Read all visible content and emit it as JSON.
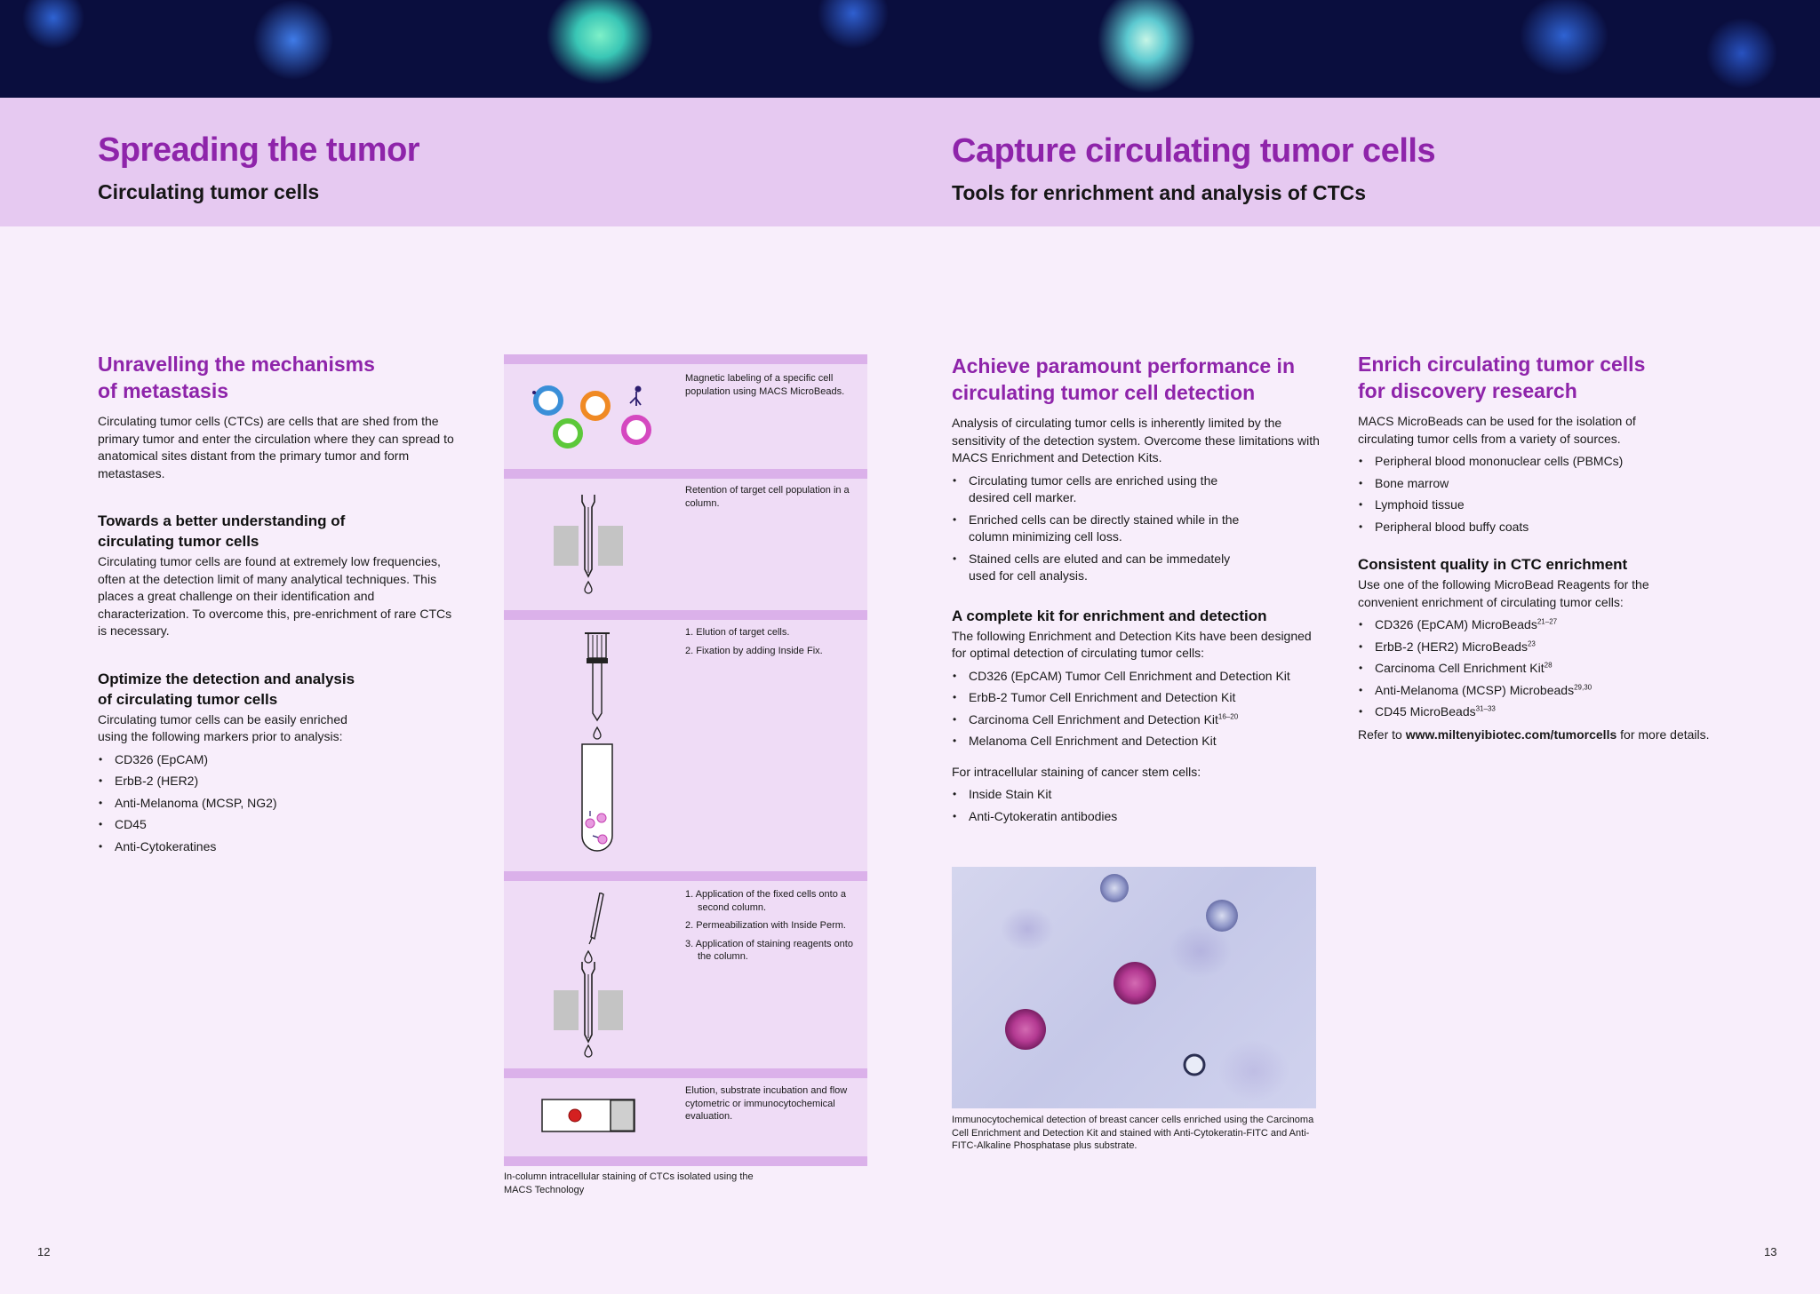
{
  "header": {
    "left_title": "Spreading the tumor",
    "left_subtitle": "Circulating tumor cells",
    "right_title": "Capture circulating tumor cells",
    "right_subtitle": "Tools for enrichment and analysis of CTCs"
  },
  "col1": {
    "title": "Unravelling the mechanisms of metastasis",
    "intro": "Circulating tumor cells (CTCs) are cells that are shed from the primary tumor and enter the circulation where they can spread to anatomical sites distant from the primary tumor and form metastases.",
    "s2_title": "Towards a better understanding of circulating tumor cells",
    "s2_text": "Circulating tumor cells are found at extremely low frequencies, often at the detection limit of many analytical techniques. This places a great challenge on their identification and characterization. To overcome this, pre-enrichment of rare CTCs is necessary.",
    "s3_title": "Optimize the detection and analysis of circulating tumor cells",
    "s3_text": "Circulating tumor cells can be easily enriched using the following markers prior to analysis:",
    "markers": [
      "CD326 (EpCAM)",
      "ErbB-2 (HER2)",
      "Anti-Melanoma (MCSP, NG2)",
      "CD45",
      "Anti-Cytokeratines"
    ]
  },
  "protocol": {
    "step1": "Magnetic labeling of a specific cell population using MACS MicroBeads.",
    "step2": "Retention of target cell population in a column.",
    "step3": [
      "1.  Elution of target cells.",
      "2.  Fixation by adding Inside Fix."
    ],
    "step4": [
      "1. Application of the fixed cells onto a second column.",
      "2.  Permeabilization with Inside Perm.",
      "3.  Application of staining reagents onto the column."
    ],
    "step5": "Elution, substrate incubation and flow cytometric or immunocytochemical evaluation.",
    "caption": "In-column intracellular staining of CTCs isolated using the MACS Technology",
    "colors": {
      "stripe": "#dbb1ea",
      "panel": "#efdcf6",
      "bead_blue": "#3a8fd8",
      "bead_orange": "#f08a24",
      "bead_green": "#5cc83a",
      "bead_pink": "#d548c0",
      "dot_red": "#d42020"
    }
  },
  "col3": {
    "title": "Achieve paramount performance in circulating tumor cell detection",
    "intro": "Analysis of circulating tumor cells is inherently limited by the sensitivity of the detection system. Overcome these limitations with MACS Enrichment and Detection Kits.",
    "bullets": [
      "Circulating tumor cells are enriched using the desired cell marker.",
      "Enriched cells can be directly stained while in the column minimizing cell loss.",
      "Stained cells are eluted and can be immedately used for cell analysis."
    ],
    "kit_title": "A complete kit for enrichment and detection",
    "kit_text": "The following Enrichment and Detection Kits have been designed for optimal detection of circulating tumor cells:",
    "kits": [
      "CD326 (EpCAM) Tumor Cell Enrichment and Detection Kit",
      "ErbB-2 Tumor Cell Enrichment and Detection Kit",
      "Carcinoma Cell Enrichment and Detection Kit",
      "Melanoma Cell Enrichment and Detection Kit"
    ],
    "kit_ref": "16–20",
    "stem_text": "For intracellular staining of cancer stem cells:",
    "stem": [
      "Inside Stain Kit",
      "Anti-Cytokeratin antibodies"
    ],
    "image_caption": "Immunocytochemical detection of breast cancer cells enriched using the Carcinoma Cell Enrichment and Detection Kit and stained with Anti-Cytokeratin-FITC and Anti-FITC-Alkaline Phosphatase plus substrate."
  },
  "col4": {
    "title": "Enrich circulating tumor cells for discovery research",
    "intro": "MACS MicroBeads can be used for the isolation of circulating tumor cells from a variety of sources.",
    "sources": [
      "Peripheral blood mononuclear cells (PBMCs)",
      "Bone marrow",
      "Lymphoid tissue",
      "Peripheral blood buffy coats"
    ],
    "cq_title": "Consistent quality in CTC enrichment",
    "cq_text": "Use one of the following MicroBead Reagents for the convenient enrichment of circulating tumor cells:",
    "reagents": [
      {
        "name": "CD326 (EpCAM) MicroBeads",
        "ref": "21–27"
      },
      {
        "name": "ErbB-2 (HER2) MicroBeads",
        "ref": "23"
      },
      {
        "name": "Carcinoma Cell Enrichment Kit",
        "ref": "28"
      },
      {
        "name": "Anti-Melanoma (MCSP) Microbeads",
        "ref": "29,30"
      },
      {
        "name": "CD45 MicroBeads",
        "ref": "31–33"
      }
    ],
    "refer_pre": "Refer to ",
    "refer_url": "www.miltenyibiotec.com/tumorcells",
    "refer_post": " for more details."
  },
  "page_left": "12",
  "page_right": "13",
  "colors": {
    "accent": "#8e24aa",
    "header_band": "#e6c9f1",
    "page_bg": "#f8eefb"
  }
}
